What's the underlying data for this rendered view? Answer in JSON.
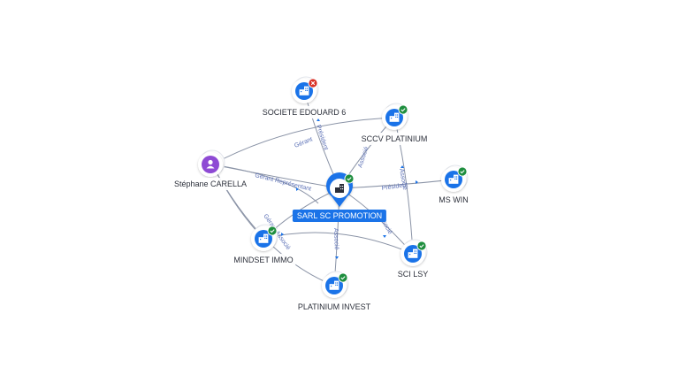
{
  "colors": {
    "company": "#1a73e8",
    "person": "#8e4ad4",
    "edge": "#8a93a6",
    "edge_label": "#5a6fb5",
    "active": "#1e8e3e",
    "inactive": "#d93025"
  },
  "center": {
    "label": "SARL SC PROMOTION",
    "icon": "building-icon",
    "status": "active"
  },
  "nodes": [
    {
      "id": "societe-edouard-6",
      "label": "SOCIETE EDOUARD 6",
      "type": "company",
      "status": "inactive"
    },
    {
      "id": "sccv-platinium",
      "label": "SCCV PLATINIUM",
      "type": "company",
      "status": "active"
    },
    {
      "id": "stephane-carella",
      "label": "Stéphane CARELLA",
      "type": "person",
      "status": "none"
    },
    {
      "id": "ms-win",
      "label": "MS WIN",
      "type": "company",
      "status": "active"
    },
    {
      "id": "mindset-immo",
      "label": "MINDSET IMMO",
      "type": "company",
      "status": "active"
    },
    {
      "id": "sci-lsy",
      "label": "SCI LSY",
      "type": "company",
      "status": "active"
    },
    {
      "id": "platinium-invest",
      "label": "PLATINIUM INVEST",
      "type": "company",
      "status": "active"
    }
  ],
  "edge_labels": {
    "gerant": "Gérant",
    "president": "Président",
    "associe": "Associé",
    "gerant_representant": "Gérant Représentant",
    "gerant_associe": "Gérant Associé"
  }
}
